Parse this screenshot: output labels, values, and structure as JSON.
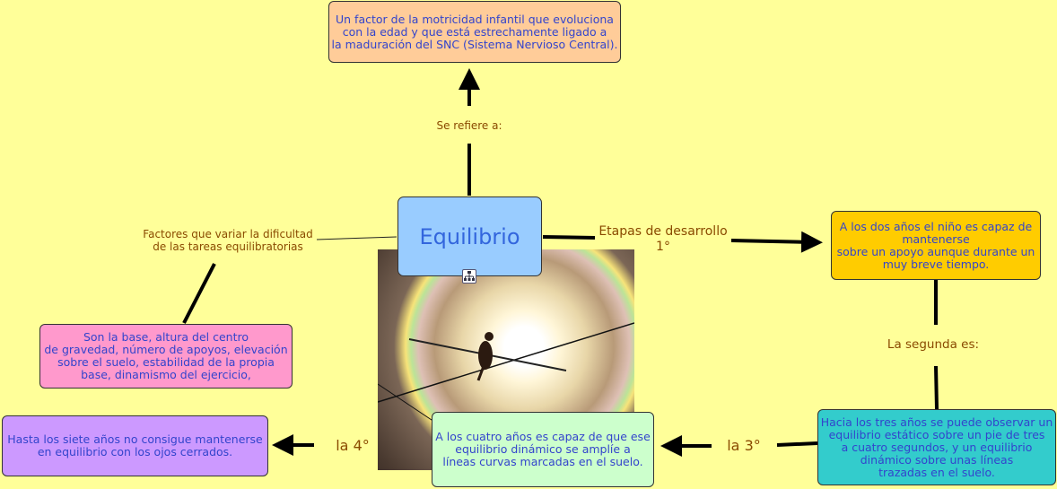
{
  "nodes": {
    "central": "Equilibrio",
    "definition": "Un factor de la motricidad infantil que evoluciona\ncon la edad y que está estrechamente ligado a\nla maduración del SNC (Sistema Nervioso Central).",
    "factors": "Son la base, altura del centro\nde gravedad, número de apoyos, elevación\nsobre el suelo, estabilidad de la propia\nbase, dinamismo del ejercicio,",
    "stage1": "A los dos años el niño es capaz de\nmantenerse\nsobre un apoyo aunque durante un\nmuy breve tiempo.",
    "stage2": "Hacia los tres años se puede observar un\nequilibrio estático sobre un pie de tres\na cuatro segundos, y un equilibrio\ndinámico sobre unas líneas\ntrazadas en el suelo.",
    "stage3": "A los cuatro años es capaz de que ese\nequilibrio dinámico se amplíe a\nlíneas curvas marcadas en el suelo.",
    "stage4": "Hasta los siete años no consigue mantenerse\nen equilibrio con los ojos cerrados."
  },
  "links": {
    "refers": "Se refiere a:",
    "factors": "Factores que variar la dificultad\nde las tareas equilibratorias",
    "stages": "Etapas de desarrollo\n1°",
    "second": "La segunda es:",
    "third": "la 3°",
    "fourth": "la 4°"
  },
  "colors": {
    "background": "#ffff99",
    "central": "#99ccff",
    "definition": "#ffcc99",
    "factors": "#ff99cc",
    "stage1": "#ffcc00",
    "stage2": "#33cccc",
    "stage3": "#ccffcc",
    "stage4": "#cc99ff"
  },
  "icons": {
    "node": "concept-map-icon",
    "photo": "tightrope-walker-photo"
  }
}
